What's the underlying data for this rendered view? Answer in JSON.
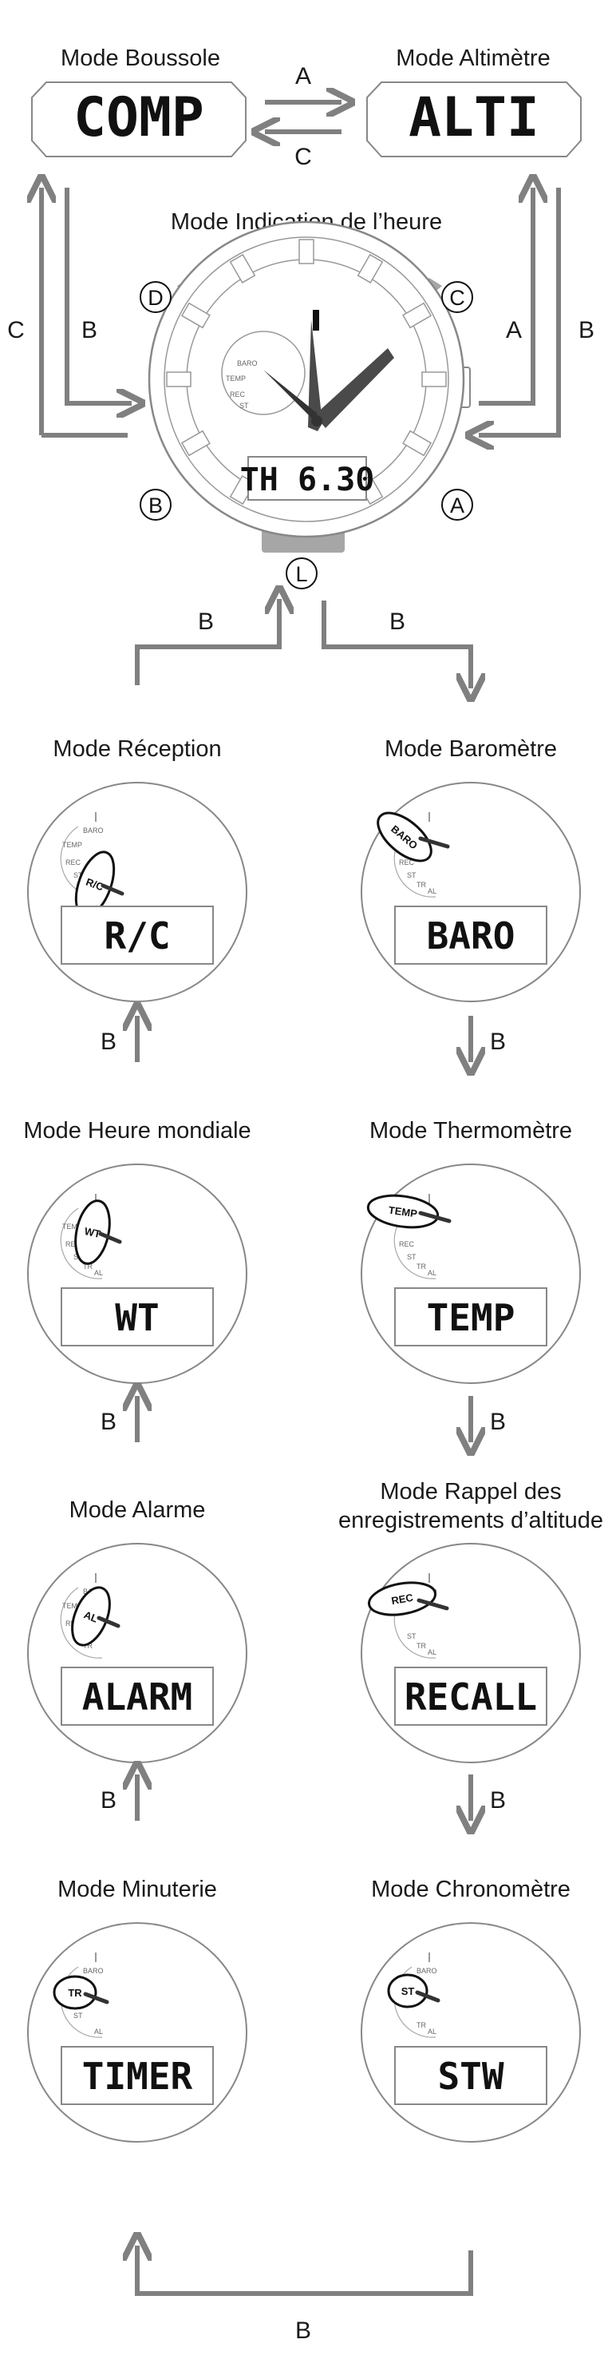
{
  "modes": {
    "compass": {
      "title": "Mode Boussole",
      "lcd": "COMP"
    },
    "altimeter": {
      "title": "Mode Altimètre",
      "lcd": "ALTI"
    },
    "timekeeping": {
      "title": "Mode Indication de l’heure",
      "lcd": "TH 6.30"
    },
    "reception": {
      "title": "Mode Réception",
      "lcd": "R/C",
      "pointer": "R/C"
    },
    "barometer": {
      "title": "Mode Baromètre",
      "lcd": "BARO",
      "pointer": "BARO"
    },
    "world_time": {
      "title": "Mode Heure mondiale",
      "lcd": "WT",
      "pointer": "WT"
    },
    "thermometer": {
      "title": "Mode Thermomètre",
      "lcd": "TEMP",
      "pointer": "TEMP"
    },
    "alarm": {
      "title": "Mode Alarme",
      "lcd": "ALARM",
      "pointer": "AL"
    },
    "recall": {
      "title_line1": "Mode Rappel des",
      "title_line2": "enregistrements d’altitude",
      "lcd": "RECALL",
      "pointer": "REC"
    },
    "timer": {
      "title": "Mode Minuterie",
      "lcd": "TIMER",
      "pointer": "TR"
    },
    "stopwatch": {
      "title": "Mode Chronomètre",
      "lcd": "STW",
      "pointer": "ST"
    }
  },
  "buttons": {
    "A": "A",
    "B": "B",
    "C": "C",
    "D": "D",
    "L": "L"
  },
  "arrow_labels": {
    "a": "A",
    "b": "B",
    "c": "C"
  },
  "subdial_labels": {
    "baro": "BARO",
    "temp": "TEMP",
    "rec": "REC",
    "st": "ST",
    "tr": "TR",
    "al": "AL",
    "wt": "WT",
    "rc": "R/C"
  },
  "colors": {
    "arrow": "#808080",
    "outline": "#888888",
    "button": "#a6a6a6",
    "text": "#1a1a1a"
  }
}
